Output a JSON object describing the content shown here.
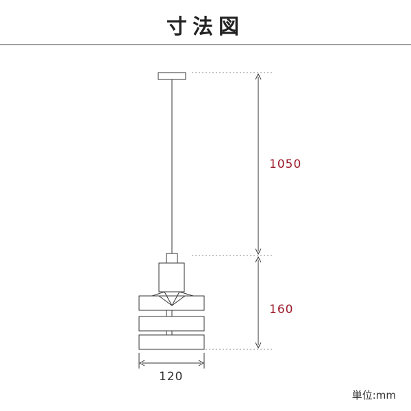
{
  "header": {
    "title": "寸法図"
  },
  "dimensions": {
    "cord_length": "1050",
    "shade_height": "160",
    "shade_width": "120"
  },
  "footer": {
    "unit_label": "単位:mm"
  },
  "colors": {
    "dimension_red": "#9c1b2a",
    "line": "#333333",
    "dotted": "#888888"
  }
}
